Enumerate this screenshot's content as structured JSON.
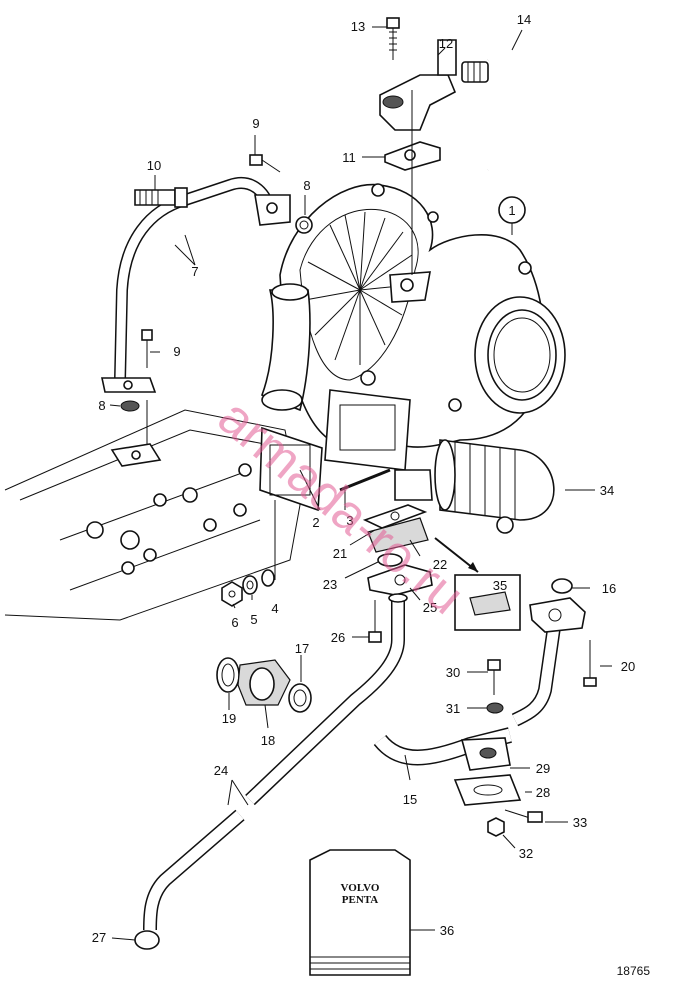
{
  "diagram": {
    "callouts": [
      "1",
      "2",
      "3",
      "4",
      "5",
      "6",
      "7",
      "8",
      "8",
      "9",
      "9",
      "10",
      "11",
      "12",
      "13",
      "14",
      "15",
      "16",
      "17",
      "18",
      "19",
      "20",
      "21",
      "22",
      "23",
      "24",
      "25",
      "26",
      "27",
      "28",
      "29",
      "30",
      "31",
      "32",
      "33",
      "34",
      "35",
      "36"
    ],
    "reference_number": "18765",
    "watermark": "armada-ro.ru",
    "logo": {
      "line1": "VOLVO",
      "line2": "PENTA"
    }
  }
}
